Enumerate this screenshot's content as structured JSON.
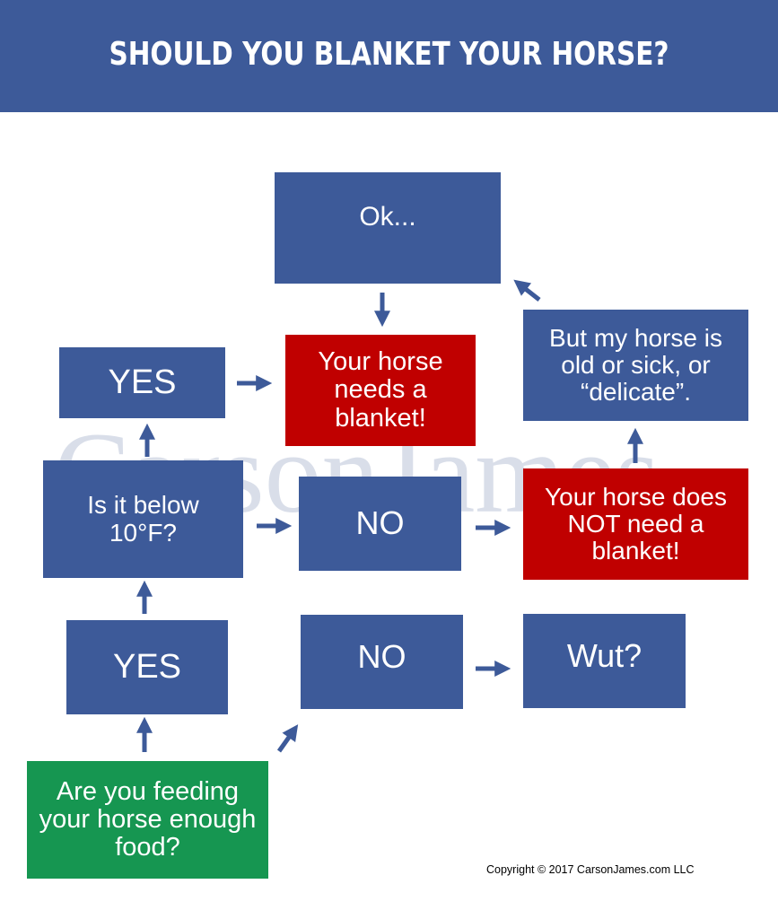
{
  "header": {
    "title": "SHOULD YOU BLANKET YOUR HORSE?"
  },
  "watermark": {
    "text": "CarsonJames"
  },
  "nodes": {
    "ok": "Ok...",
    "yes_top": "YES",
    "needs_blanket": "Your horse needs a blanket!",
    "old_or_sick": "But my horse is old or sick, or “delicate”.",
    "below_10f": "Is it below 10°F?",
    "no_middle": "NO",
    "no_blanket": "Your horse does NOT need a blanket!",
    "yes_bottom": "YES",
    "no_bottom": "NO",
    "wut": "Wut?",
    "feeding": "Are you feeding your horse enough food?"
  },
  "colors": {
    "header": "#3d5a99",
    "blue_box": "#3d5a99",
    "red_box": "#c00000",
    "green_box": "#169651",
    "arrow": "#3d5a99"
  },
  "footer": {
    "copyright": "Copyright © 2017 CarsonJames.com LLC"
  }
}
